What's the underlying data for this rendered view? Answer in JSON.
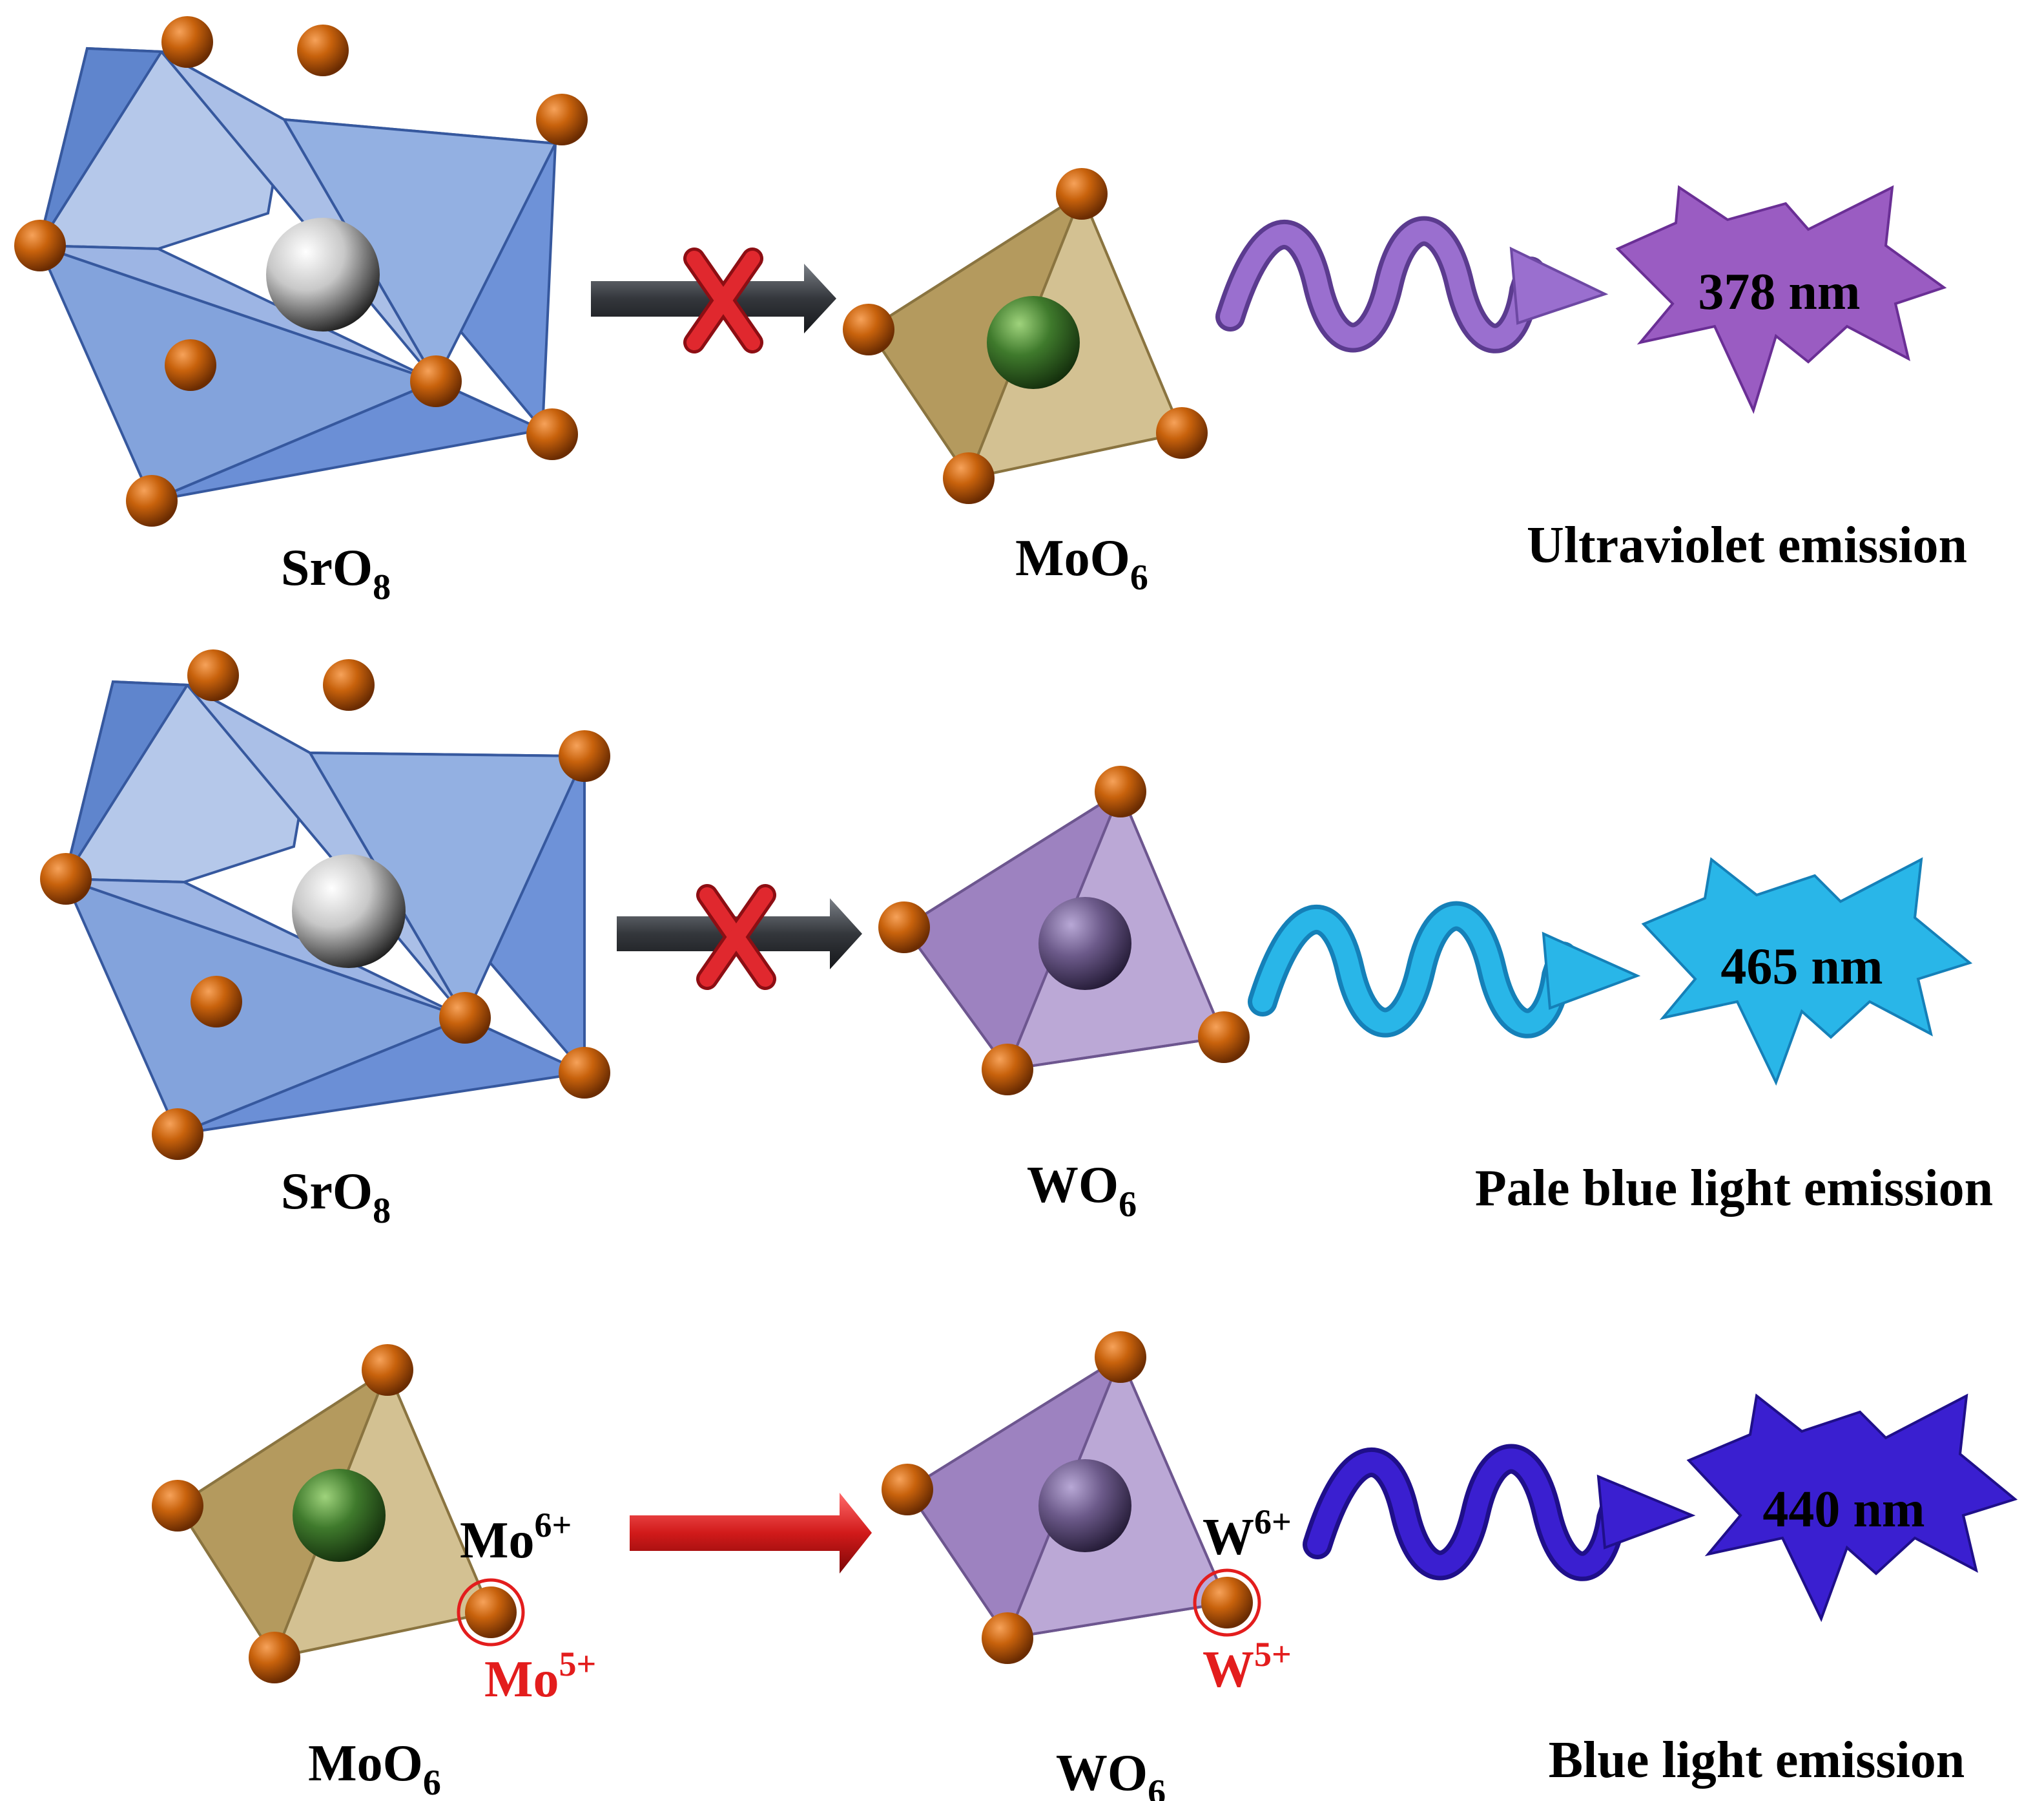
{
  "colors": {
    "oxygen": "#c8620c",
    "sr_polyhedron": "#7096d6",
    "mo_polyhedron": "#cdb27a",
    "w_polyhedron": "#a98cc7",
    "sr_atom": "#d9d9d9",
    "mo_atom": "#3f7a2c",
    "w_atom": "#6c5a8a",
    "blocked_arrow": "#3d4045",
    "x_mark": "#e0282e",
    "transfer_arrow": "#d11a1a",
    "uv": "#9a6fcf",
    "pale_blue": "#29b6e8",
    "blue": "#3a1fd0",
    "reduced_label": "#e31d1d"
  },
  "rows": [
    {
      "donor": {
        "base": "SrO",
        "sub": "8"
      },
      "acceptor": {
        "base": "MoO",
        "sub": "6"
      },
      "transfer": "blocked",
      "emission": {
        "wavelength": "378 nm",
        "label": "Ultraviolet emission"
      }
    },
    {
      "donor": {
        "base": "SrO",
        "sub": "8"
      },
      "acceptor": {
        "base": "WO",
        "sub": "6"
      },
      "transfer": "blocked",
      "emission": {
        "wavelength": "465 nm",
        "label": "Pale blue light emission"
      }
    },
    {
      "donor": {
        "base": "MoO",
        "sub": "6"
      },
      "donor_states": {
        "high": {
          "base": "Mo",
          "sup": "6+"
        },
        "low": {
          "base": "Mo",
          "sup": "5+"
        }
      },
      "acceptor": {
        "base": "WO",
        "sub": "6"
      },
      "acceptor_states": {
        "high": {
          "base": "W",
          "sup": "6+"
        },
        "low": {
          "base": "W",
          "sup": "5+"
        }
      },
      "transfer": "allowed",
      "emission": {
        "wavelength": "440 nm",
        "label": "Blue light emission"
      }
    }
  ]
}
